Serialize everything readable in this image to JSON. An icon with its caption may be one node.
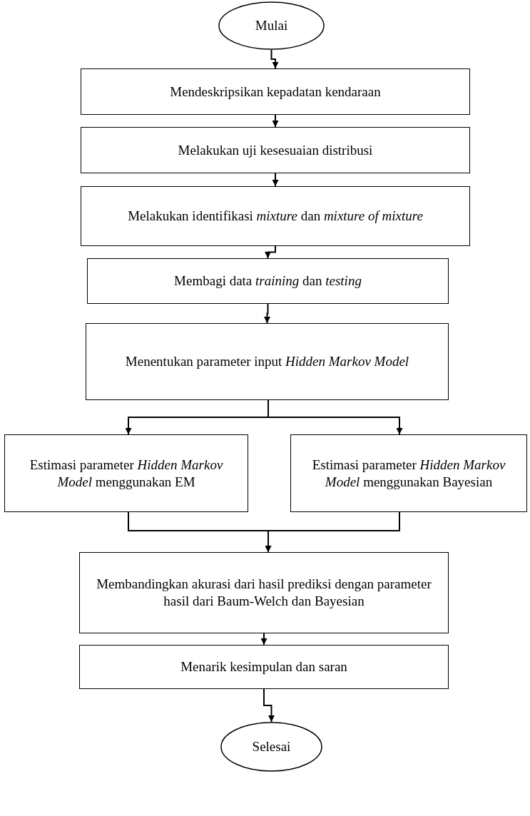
{
  "diagram": {
    "nodes": [
      {
        "text": [
          "Mulai"
        ]
      },
      {
        "text": [
          "Mendeskripsikan kepadatan kendaraan"
        ]
      },
      {
        "text": [
          "Melakukan uji kesesuaian distribusi"
        ]
      },
      {
        "text": [
          "Melakukan identifikasi *mixture* dan *mixture of mixture*"
        ]
      },
      {
        "text": [
          "Membagi data *training* dan *testing*"
        ]
      },
      {
        "text": [
          "Menentukan parameter input *Hidden Markov Model*"
        ]
      },
      {
        "text": [
          "Estimasi parameter *Hidden Markov Model* menggunakan EM"
        ]
      },
      {
        "text": [
          "Estimasi parameter *Hidden Markov Model* menggunakan Bayesian"
        ]
      },
      {
        "text": [
          "Membandingkan akurasi dari hasil prediksi dengan parameter hasil dari Baum-Welch dan Bayesian"
        ]
      },
      {
        "text": [
          "Menarik kesimpulan dan saran"
        ]
      },
      {
        "text": [
          "Selesai"
        ]
      }
    ],
    "edges": [
      {
        "from": 0,
        "to": 1,
        "arrow": "to"
      },
      {
        "from": 1,
        "to": 2,
        "arrow": "to"
      },
      {
        "from": 2,
        "to": 3,
        "arrow": "to"
      },
      {
        "from": 3,
        "to": 4,
        "arrow": "to"
      },
      {
        "from": 4,
        "to": 5,
        "arrow": "to"
      },
      {
        "from": 5,
        "to": 6,
        "arrow": "to"
      },
      {
        "from": 5,
        "to": 7,
        "arrow": "to"
      },
      {
        "from": 6,
        "to": 8,
        "arrow": "to"
      },
      {
        "from": 7,
        "to": 8,
        "arrow": "to"
      },
      {
        "from": 8,
        "to": 9,
        "arrow": "to"
      },
      {
        "from": 9,
        "to": 10,
        "arrow": "to"
      }
    ]
  }
}
